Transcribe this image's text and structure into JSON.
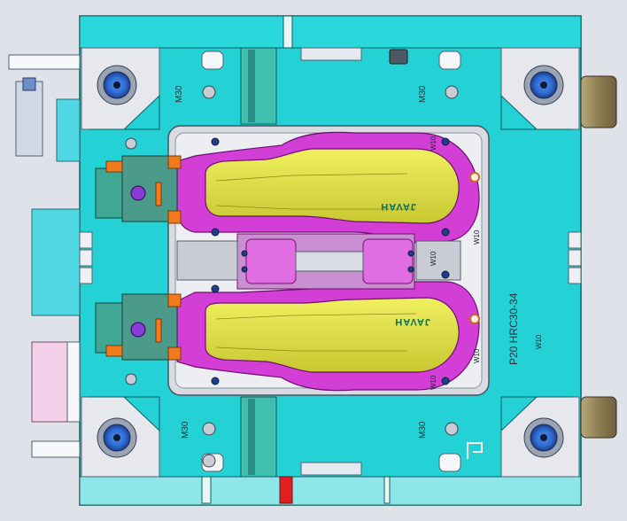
{
  "thread_label": "M30",
  "steel_spec": "P20 HRC30-34",
  "brand_mark": "JAVAH",
  "small_labels": [
    "W10",
    "W10",
    "W10",
    "W10",
    "W10",
    "W10"
  ],
  "colors": {
    "plate": "#24d2d6",
    "plate_dark": "#169ea2",
    "steel_gray": "#c9ccd4",
    "cavity_gray": "#d8dbe2",
    "runner_magenta": "#d23ed6",
    "part_yellow": "#e2e24a",
    "bolt_blue": "#2f6fd6",
    "bronze": "#9a8a5e",
    "slider_green": "#4c9a8a",
    "gate_orange": "#f07a1c",
    "stripe_red": "#e02020",
    "pink_part": "#f2d0ea"
  },
  "icons": [
    "guide-bushing-icon",
    "bolt-head-icon",
    "ejector-pin-icon",
    "water-fitting-icon",
    "slider-lock-icon",
    "orientation-mark-icon"
  ]
}
